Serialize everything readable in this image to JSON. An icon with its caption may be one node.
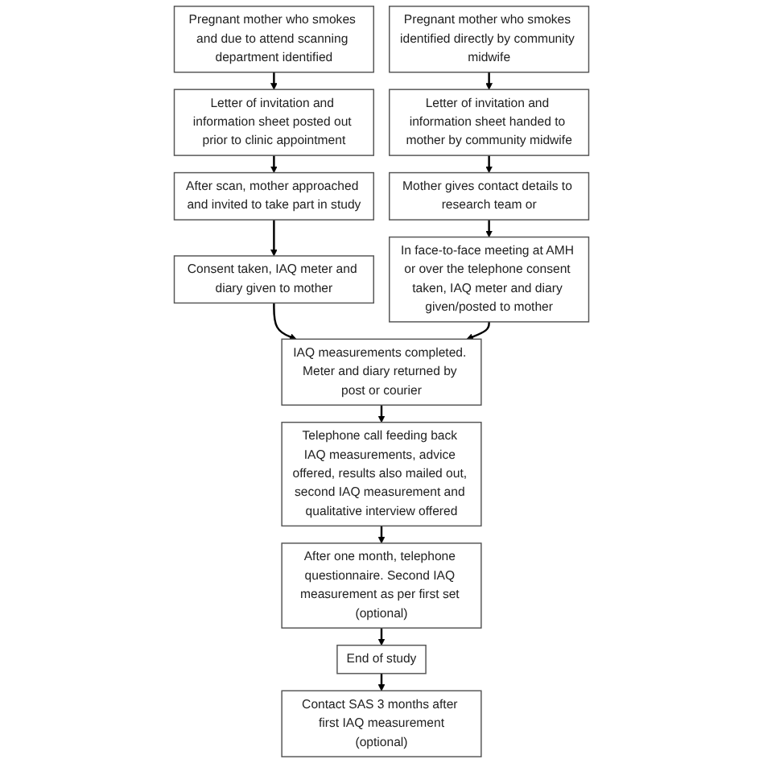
{
  "diagram": {
    "nodes": [
      {
        "text": [
          "Pregnant mother who smokes and due to attend scanning department identified"
        ]
      },
      {
        "text": [
          "Pregnant mother who smokes identified directly by community midwife"
        ]
      },
      {
        "text": [
          "Letter of invitation and information sheet posted out prior to clinic appointment"
        ]
      },
      {
        "text": [
          "Letter of invitation and information sheet handed to mother by community midwife"
        ]
      },
      {
        "text": [
          "After scan, mother approached and invited to take part in study"
        ]
      },
      {
        "text": [
          "Mother gives contact details to research team or"
        ]
      },
      {
        "text": [
          "Consent taken, IAQ meter and diary given to mother"
        ]
      },
      {
        "text": [
          "In face-to-face meeting at AMH or over the telephone consent taken, IAQ meter and diary given/posted to mother"
        ]
      },
      {
        "text": [
          "IAQ measurements completed. Meter and diary returned by post or courier"
        ]
      },
      {
        "text": [
          "Telephone call feeding back IAQ measurements, advice offered, results also mailed out, second IAQ measurement and qualitative interview offered"
        ]
      },
      {
        "text": [
          "After one month, telephone questionnaire. Second IAQ measurement as per first set (optional)"
        ]
      },
      {
        "text": [
          "End of study"
        ]
      },
      {
        "text": [
          "Contact SAS 3 months after first IAQ measurement",
          "(optional)"
        ]
      }
    ],
    "edges": [
      {
        "from": 0,
        "to": 2,
        "arrow": "to"
      },
      {
        "from": 2,
        "to": 4,
        "arrow": "to"
      },
      {
        "from": 4,
        "to": 6,
        "arrow": "to"
      },
      {
        "from": 1,
        "to": 3,
        "arrow": "to"
      },
      {
        "from": 3,
        "to": 5,
        "arrow": "to"
      },
      {
        "from": 5,
        "to": 7,
        "arrow": "to"
      },
      {
        "from": 6,
        "to": 8,
        "arrow": "to"
      },
      {
        "from": 7,
        "to": 8,
        "arrow": "to"
      },
      {
        "from": 8,
        "to": 9,
        "arrow": "to"
      },
      {
        "from": 9,
        "to": 10,
        "arrow": "to"
      },
      {
        "from": 10,
        "to": 11,
        "arrow": "to"
      },
      {
        "from": 11,
        "to": 12,
        "arrow": "to"
      }
    ]
  }
}
